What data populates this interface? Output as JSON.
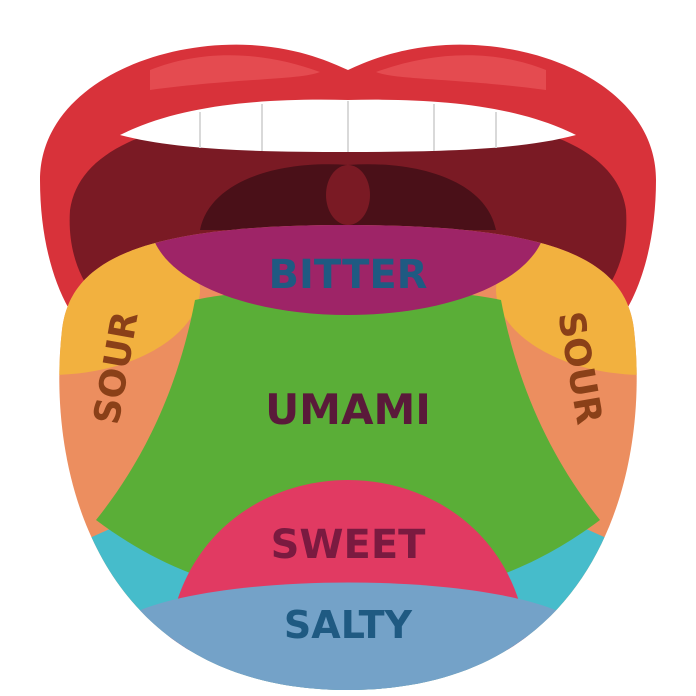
{
  "labels": {
    "bitter": "BITTER",
    "sour_left": "SOUR",
    "sour_right": "SOUR",
    "umami": "UMAMI",
    "sweet": "SWEET",
    "salty": "SALTY"
  },
  "colors": {
    "lips": "#d8323a",
    "lip_highlight": "#e9555a",
    "mouth": "#7a1a24",
    "throat": "#4a1018",
    "teeth": "#ffffff",
    "bitter": "#9e2467",
    "sour": "#f2b13f",
    "sour_mid": "#ec8e5f",
    "umami": "#5aae37",
    "sweet": "#e13a62",
    "salty": "#74a2c8",
    "salty_edge": "#46bccb",
    "text_dark": "#5a1a3a",
    "text_blue": "#1f5a82",
    "text_sour": "#8a4018"
  }
}
